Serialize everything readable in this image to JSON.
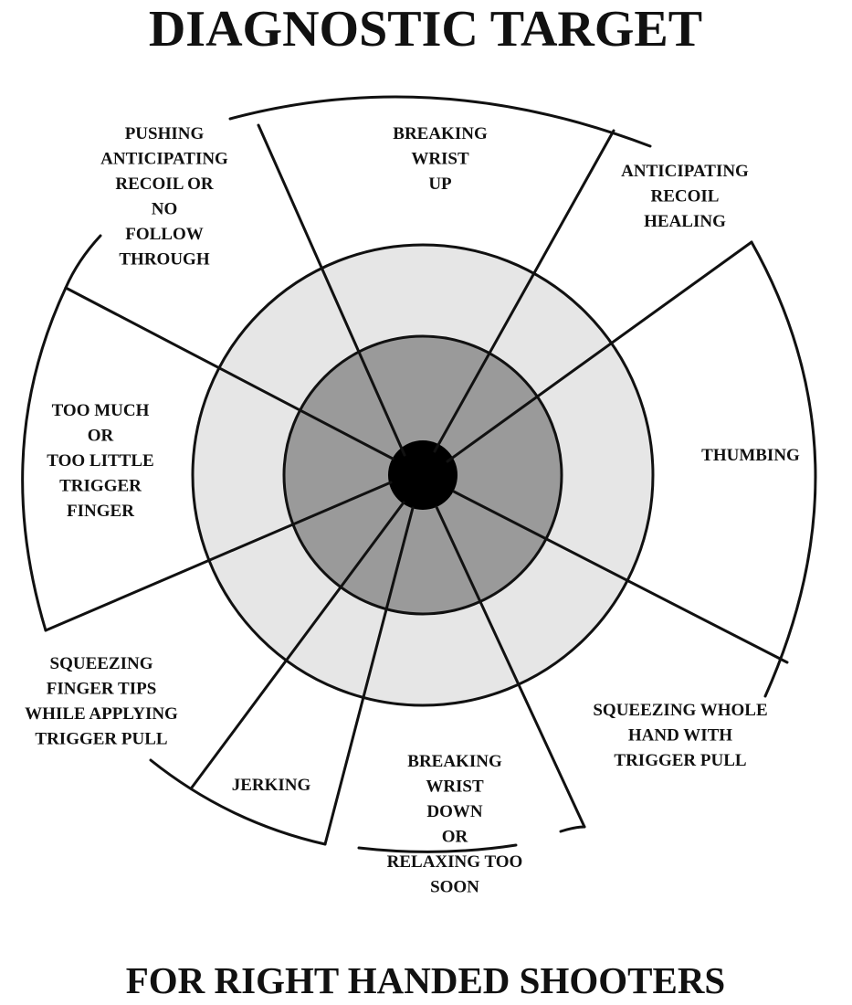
{
  "title": "DIAGNOSTIC TARGET",
  "footer": "FOR RIGHT HANDED SHOOTERS",
  "colors": {
    "outer_ring": "#e6e6e6",
    "middle_ring": "#9a9a9a",
    "bullseye": "#000000",
    "line": "#111111",
    "text": "#111111"
  },
  "zones": [
    {
      "id": "top-left",
      "lines": [
        "PUSHING",
        "ANTICIPATING",
        "RECOIL OR",
        "NO",
        "FOLLOW",
        "THROUGH"
      ]
    },
    {
      "id": "top",
      "lines": [
        "BREAKING",
        "WRIST",
        "UP"
      ]
    },
    {
      "id": "top-right",
      "lines": [
        "ANTICIPATING",
        "RECOIL",
        "HEALING"
      ]
    },
    {
      "id": "right",
      "lines": [
        "THUMBING"
      ]
    },
    {
      "id": "bottom-right",
      "lines": [
        "SQUEEZING WHOLE",
        "HAND WITH",
        "TRIGGER PULL"
      ]
    },
    {
      "id": "bottom",
      "lines": [
        "BREAKING",
        "WRIST",
        "DOWN",
        "OR",
        "RELAXING TOO",
        "SOON"
      ]
    },
    {
      "id": "bottom-left-inner",
      "lines": [
        "JERKING"
      ]
    },
    {
      "id": "bottom-left",
      "lines": [
        "SQUEEZING",
        "FINGER TIPS",
        "WHILE APPLYING",
        "TRIGGER PULL"
      ]
    },
    {
      "id": "left",
      "lines": [
        "TOO MUCH",
        "OR",
        "TOO LITTLE",
        "TRIGGER",
        "FINGER"
      ]
    }
  ]
}
